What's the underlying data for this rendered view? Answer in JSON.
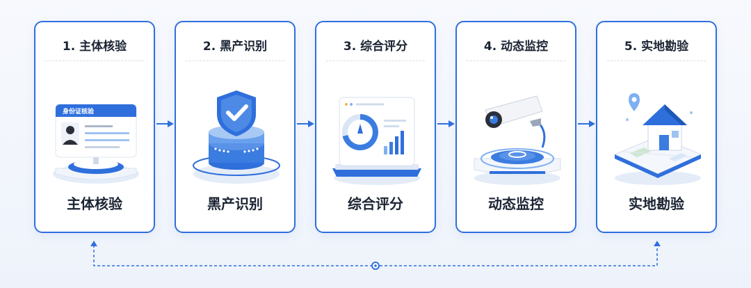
{
  "steps": [
    {
      "title": "1. 主体核验",
      "label": "主体核验",
      "card_text": "身份证核验"
    },
    {
      "title": "2. 黑产识别",
      "label": "黑产识别"
    },
    {
      "title": "3. 综合评分",
      "label": "综合评分"
    },
    {
      "title": "4. 动态监控",
      "label": "动态监控"
    },
    {
      "title": "5. 实地勘验",
      "label": "实地勘验"
    }
  ],
  "colors": {
    "primary": "#2f6fdc",
    "light": "#7fb0f2",
    "text": "#1b2433"
  },
  "icons": [
    "id-card-icon",
    "shield-check-icon",
    "dashboard-chart-icon",
    "security-camera-icon",
    "house-map-icon"
  ]
}
